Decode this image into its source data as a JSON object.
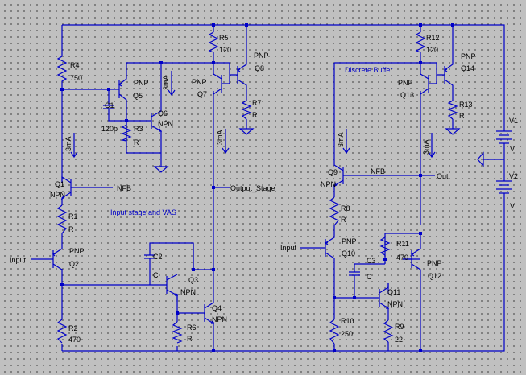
{
  "labels": {
    "r4": "R4",
    "r4_val": "750",
    "r5": "R5",
    "r5_val": "120",
    "r12": "R12",
    "r12_val": "120",
    "r3": "R3",
    "r3_val": "R",
    "r7": "R7",
    "r7_val": "R",
    "r13": "R13",
    "r13_val": "R",
    "r1": "R1",
    "r1_val": "R",
    "r8": "R8",
    "r8_val": "R",
    "r11": "R11",
    "r11_val": "470",
    "r6": "R6",
    "r6_val": "R",
    "r2": "R2",
    "r2_val": "470",
    "r10": "R10",
    "r10_val": "250",
    "r9": "R9",
    "r9_val": "22",
    "c1": "C1",
    "c1_val": "120p",
    "c2": "C2",
    "c2_val": "C",
    "c3": "C3",
    "c3_val": "C",
    "q1": "Q1",
    "q1_type": "NPN",
    "q2": "Q2",
    "q2_type": "PNP",
    "q3": "Q3",
    "q3_type": "NPN",
    "q4": "Q4",
    "q4_type": "NPN",
    "q5": "Q5",
    "q5_type": "PNP",
    "q6": "Q6",
    "q6_type": "NPN",
    "q7": "Q7",
    "q7_type": "PNP",
    "q8": "Q8",
    "q8_type": "PNP",
    "q9": "Q9",
    "q9_type": "NPN",
    "q10": "Q10",
    "q10_type": "PNP",
    "q11": "Q11",
    "q11_type": "NPN",
    "q12": "Q12",
    "q12_type": "PNP",
    "q13": "Q13",
    "q13_type": "PNP",
    "q14": "Q14",
    "q14_type": "PNP",
    "v1": "V1",
    "v1_val": "V",
    "v2": "V2",
    "v2_val": "V",
    "cur_ma": "3mA",
    "nfb": "NFB",
    "input": "Input",
    "output_stage": "Output_Stage",
    "out": "Out",
    "input_stage_vas": "Input stage and VAS",
    "discrete_buffer": "Discrete Buffer"
  },
  "colors": {
    "wire": "#0000c8",
    "background": "#c0c0c0",
    "grid": "#6a6a6a"
  }
}
